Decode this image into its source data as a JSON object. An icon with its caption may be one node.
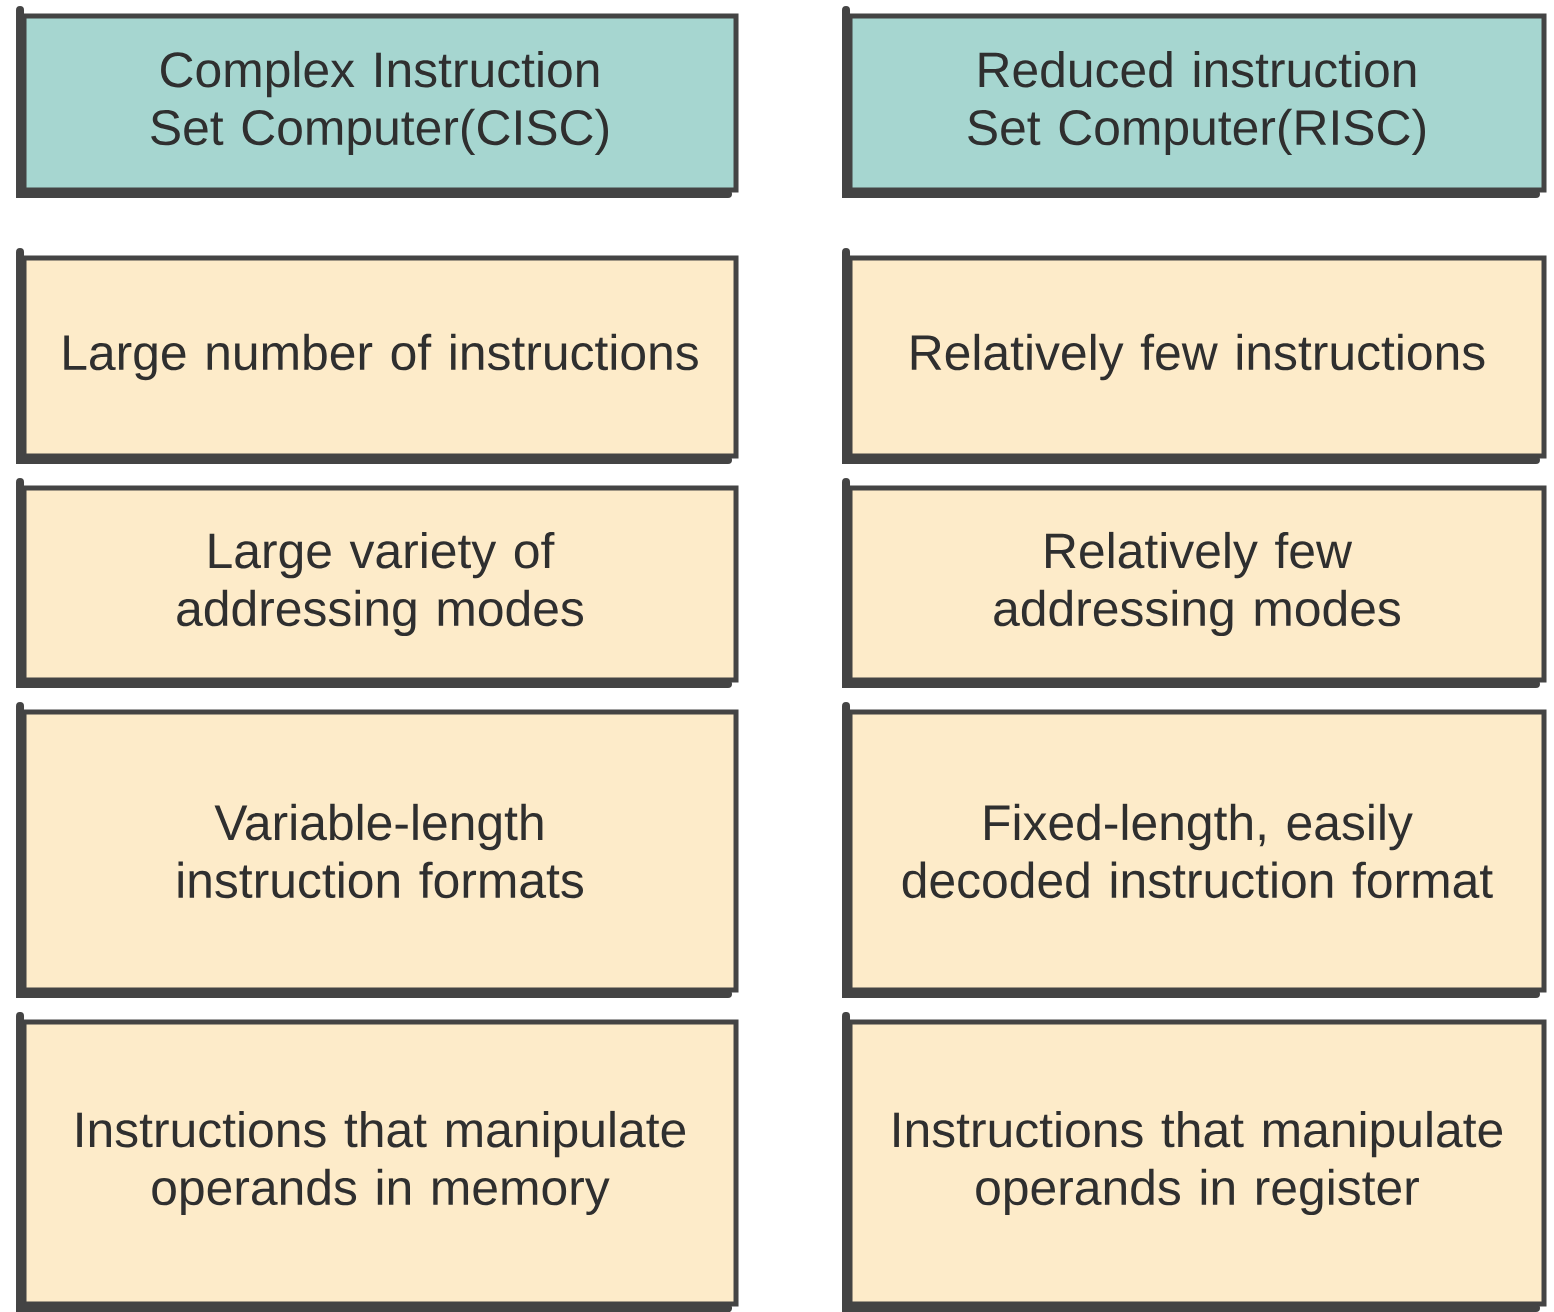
{
  "diagram": {
    "nodes": [
      {
        "text": [
          "Complex Instruction Set Computer(CISC)"
        ]
      },
      {
        "text": [
          "Reduced instruction Set Computer(RISC)"
        ]
      },
      {
        "text": [
          "Large number of instructions"
        ]
      },
      {
        "text": [
          "Relatively few instructions"
        ]
      },
      {
        "text": [
          "Large variety of addressing modes"
        ]
      },
      {
        "text": [
          "Relatively few addressing modes"
        ]
      },
      {
        "text": [
          "Variable-length instruction formats"
        ]
      },
      {
        "text": [
          "Fixed-length, easily decoded instruction format"
        ]
      },
      {
        "text": [
          "Instructions that manipulate operands in memory"
        ]
      },
      {
        "text": [
          "Instructions that manipulate operands in register"
        ]
      }
    ]
  }
}
